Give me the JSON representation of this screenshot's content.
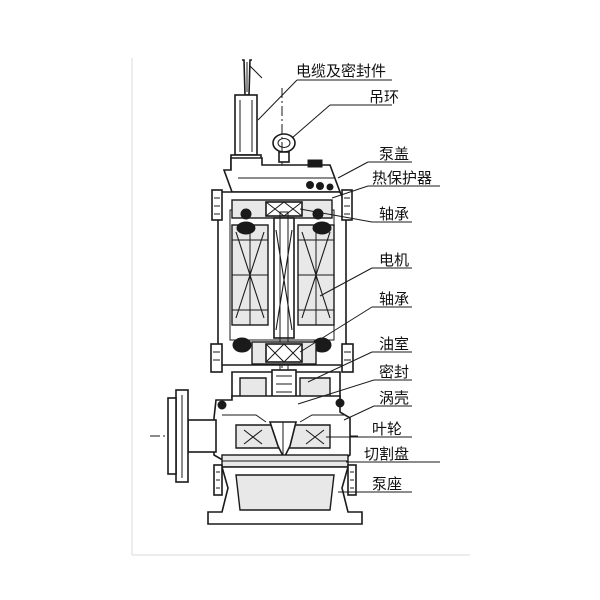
{
  "labels": [
    {
      "id": "cable-seal",
      "text": "电缆及密封件"
    },
    {
      "id": "lifting-ring",
      "text": "吊环"
    },
    {
      "id": "pump-cover",
      "text": "泵盖"
    },
    {
      "id": "thermal-protector",
      "text": "热保护器"
    },
    {
      "id": "bearing-upper",
      "text": "轴承"
    },
    {
      "id": "motor",
      "text": "电机"
    },
    {
      "id": "bearing-lower",
      "text": "轴承"
    },
    {
      "id": "oil-chamber",
      "text": "油室"
    },
    {
      "id": "seal",
      "text": "密封"
    },
    {
      "id": "volute",
      "text": "涡壳"
    },
    {
      "id": "impeller",
      "text": "叶轮"
    },
    {
      "id": "cutter-disc",
      "text": "切割盘"
    },
    {
      "id": "pump-base",
      "text": "泵座"
    }
  ]
}
